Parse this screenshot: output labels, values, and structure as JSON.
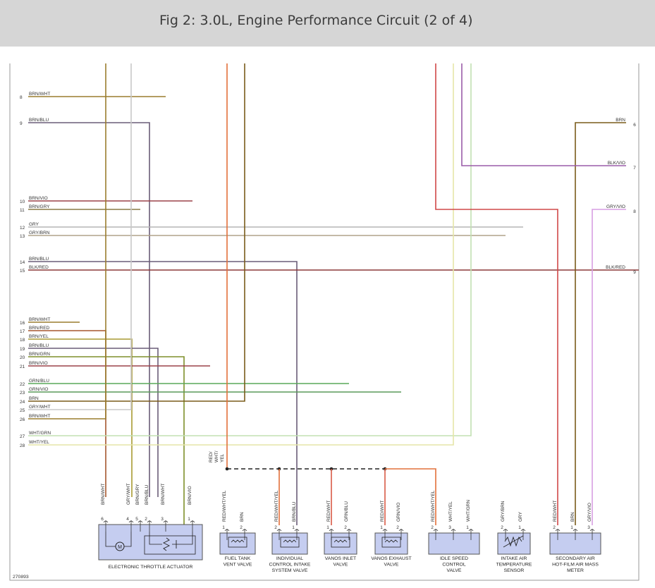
{
  "title": "Fig 2: 3.0L, Engine Performance Circuit (2 of 4)",
  "figure_id": "270893",
  "colors": {
    "BRN": "#7a5c1a",
    "BRN/WHT": "#9a7d2e",
    "BRN/BLU": "#6a5d78",
    "BRN/VIO": "#9c4248",
    "BRN/GRY": "#8a7a45",
    "BRN/RED": "#a5562e",
    "BRN/YEL": "#a89a32",
    "BRN/GRN": "#7f8f2a",
    "GRY": "#b5b5b5",
    "GRY/BRN": "#b0a48a",
    "GRY/WHT": "#c8c8c8",
    "GRY/VIO": "#d79ee3",
    "BLK/RED": "#8c3a3a",
    "BLK/VIO": "#9a5ca8",
    "RED": "#d04848",
    "RED/WHT": "#d85a46",
    "RED/WHT/YEL": "#e2703a",
    "GRN/BLU": "#58a858",
    "GRN/VIO": "#5a9a5a",
    "WHT/GRN": "#c2e0b2",
    "WHT/YEL": "#e6e6a8",
    "component_fill": "#c5cdf0"
  },
  "left_wires": [
    {
      "pin": "8",
      "label": "BRN/WHT"
    },
    {
      "pin": "9",
      "label": "BRN/BLU"
    },
    {
      "pin": "10",
      "label": "BRN/VIO"
    },
    {
      "pin": "11",
      "label": "BRN/GRY"
    },
    {
      "pin": "12",
      "label": "GRY"
    },
    {
      "pin": "13",
      "label": "GRY/BRN"
    },
    {
      "pin": "14",
      "label": "BRN/BLU"
    },
    {
      "pin": "15",
      "label": "BLK/RED"
    },
    {
      "pin": "16",
      "label": "BRN/WHT"
    },
    {
      "pin": "17",
      "label": "BRN/RED"
    },
    {
      "pin": "18",
      "label": "BRN/YEL"
    },
    {
      "pin": "19",
      "label": "BRN/BLU"
    },
    {
      "pin": "20",
      "label": "BRN/GRN"
    },
    {
      "pin": "21",
      "label": "BRN/VIO"
    },
    {
      "pin": "22",
      "label": "GRN/BLU"
    },
    {
      "pin": "23",
      "label": "GRN/VIO"
    },
    {
      "pin": "24",
      "label": "BRN"
    },
    {
      "pin": "25",
      "label": "GRY/WHT"
    },
    {
      "pin": "26",
      "label": "BRN/WHT"
    },
    {
      "pin": "27",
      "label": "WHT/GRN"
    },
    {
      "pin": "28",
      "label": "WHT/YEL"
    }
  ],
  "right_wires": [
    {
      "pin": "6",
      "label": "BRN"
    },
    {
      "pin": "7",
      "label": "BLK/VIO"
    },
    {
      "pin": "8",
      "label": "GRY/VIO"
    },
    {
      "pin": "9",
      "label": "BLK/RED"
    }
  ],
  "splice_label": "RED/\nWHT/\nYEL",
  "components": [
    {
      "id": "electronic-throttle-actuator",
      "name": "ELECTRONIC THROTTLE ACTUATOR",
      "pins": [
        {
          "num": "6",
          "wire": "BRN/WHT"
        },
        {
          "num": "4",
          "wire": "GRY/WHT"
        },
        {
          "num": "5",
          "wire": "BRN/GRY"
        },
        {
          "num": "2",
          "wire": "BRN/BLU"
        },
        {
          "num": "3",
          "wire": "BRN/WHT"
        },
        {
          "num": "1",
          "wire": "BRN/VIO"
        }
      ]
    },
    {
      "id": "fuel-tank-vent-valve",
      "name": "FUEL TANK\nVENT VALVE",
      "pins": [
        {
          "num": "1",
          "wire": "RED/WHT/YEL"
        },
        {
          "num": "2",
          "wire": "BRN"
        }
      ]
    },
    {
      "id": "individual-control-intake-system-valve",
      "name": "INDIVIDUAL\nCONTROL INTAKE\nSYSTEM VALVE",
      "pins": [
        {
          "num": "2",
          "wire": "RED/WHT/YEL"
        },
        {
          "num": "1",
          "wire": "BRN/BLU"
        }
      ]
    },
    {
      "id": "vanos-inlet-valve",
      "name": "VANOS INLET\nVALVE",
      "pins": [
        {
          "num": "1",
          "wire": "RED/WHT"
        },
        {
          "num": "2",
          "wire": "GRN/BLU"
        }
      ]
    },
    {
      "id": "vanos-exhaust-valve",
      "name": "VANOS EXHAUST\nVALVE",
      "pins": [
        {
          "num": "1",
          "wire": "RED/WHT"
        },
        {
          "num": "2",
          "wire": "GRN/VIO"
        }
      ]
    },
    {
      "id": "idle-speed-control-valve",
      "name": "IDLE SPEED\nCONTROL\nVALVE",
      "pins": [
        {
          "num": "2",
          "wire": "RED/WHT/YEL"
        },
        {
          "num": "3",
          "wire": "WHT/YEL"
        },
        {
          "num": "1",
          "wire": "WHT/GRN"
        }
      ]
    },
    {
      "id": "intake-air-temperature-sensor",
      "name": "INTAKE AIR\nTEMPERATURE\nSENSOR",
      "pins": [
        {
          "num": "2",
          "wire": "GRY/BRN"
        },
        {
          "num": "1",
          "wire": "GRY"
        }
      ]
    },
    {
      "id": "secondary-air-hot-film-air-mass-meter",
      "name": "SECONDARY AIR\nHOT-FILM AIR MASS\nMETER",
      "pins": [
        {
          "num": "2",
          "wire": "RED/WHT"
        },
        {
          "num": "1",
          "wire": "BRN"
        },
        {
          "num": "3",
          "wire": "GRY/VIO"
        }
      ]
    }
  ]
}
